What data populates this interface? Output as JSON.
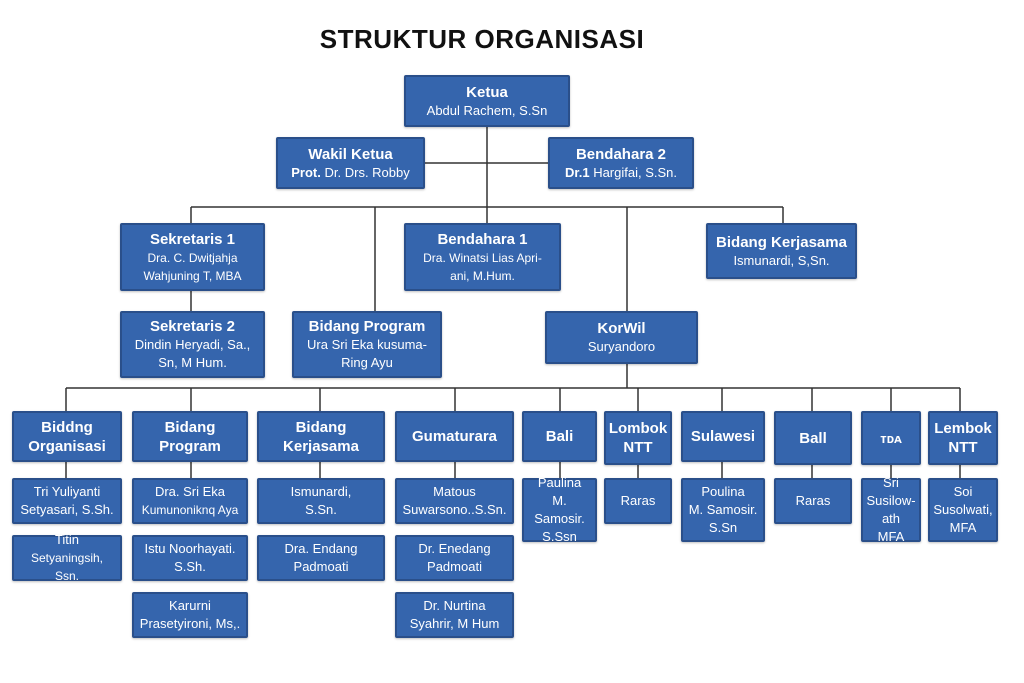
{
  "title": "STRUKTUR ORGANISASI",
  "colors": {
    "box": "#3565ad",
    "border": "#2a4f8a",
    "line": "#333333",
    "text": "#ffffff"
  },
  "nodes": {
    "ketua": {
      "title": "Ketua",
      "sub": "Abdul Rachem, S.Sn"
    },
    "wakil": {
      "title": "Wakil Ketua",
      "sub_bold": "Prot.",
      "sub": "Dr. Drs. Robby"
    },
    "bendahara2": {
      "title": "Bendahara 2",
      "sub_bold": "Dr.1",
      "sub": "Hargifai, S.Sn."
    },
    "sekretaris1": {
      "title": "Sekretaris 1",
      "sub": "Dra. C. Dwitjahja",
      "sub2": "Wahjuning T, MBA"
    },
    "bendahara1": {
      "title": "Bendahara 1",
      "sub": "Dra. Winatsi Lias Apri-",
      "sub2": "ani, M.Hum."
    },
    "bidang_kerjasama_top": {
      "title": "Bidang Kerjasama",
      "sub": "Ismunardi, S,Sn."
    },
    "sekretaris2": {
      "title": "Sekretaris 2",
      "sub": "Dindin Heryadi, Sa.,",
      "sub2": "Sn, M Hum."
    },
    "bidang_program_top": {
      "title": "Bidang Program",
      "sub": "Ura Sri Eka kusuma-",
      "sub2": "Ring Ayu"
    },
    "korwil": {
      "title": "KorWil",
      "sub": "Suryandoro"
    },
    "col_organisasi": {
      "title": "Biddng",
      "title2": "Organisasi",
      "members": [
        {
          "a": "Tri Yuliyanti",
          "b": "Setyasari, S.Sh."
        },
        {
          "a": "Titin",
          "b": "Setyaningsih, Ssn."
        }
      ]
    },
    "col_program": {
      "title": "Bidang",
      "title2": "Program",
      "members": [
        {
          "a": "Dra. Sri Eka",
          "b": "Kumunoniknq Aya"
        },
        {
          "a": "Istu Noorhayati.",
          "b": "S.Sh."
        },
        {
          "a": "Karurni",
          "b": "Prasetyironi, Ms,."
        }
      ]
    },
    "col_kerjasama": {
      "title": "Bidang",
      "title2": "Kerjasama",
      "members": [
        {
          "a": "Ismunardi,",
          "b": "S.Sn."
        },
        {
          "a": "Dra. Endang",
          "b": "Padmoati"
        }
      ]
    },
    "col_gumatur": {
      "title": "Gumaturara",
      "members": [
        {
          "a": "Matous",
          "b": "Suwarsono..S.Sn."
        },
        {
          "a": "Dr. Enedang",
          "b": "Padmoati"
        },
        {
          "a": "Dr. Nurtina",
          "b": "Syahrir, M Hum"
        }
      ]
    },
    "col_bali1": {
      "title": "Bali",
      "members": [
        {
          "a": "Paulina",
          "b": "M. Samosir.",
          "c": "S.Ssn"
        }
      ]
    },
    "col_lombok1": {
      "title": "Lombok",
      "title2": "NTT",
      "members": [
        {
          "a": "Raras"
        }
      ]
    },
    "col_sulawesi": {
      "title": "Sulawesi",
      "members": [
        {
          "a": "Poulina",
          "b": "M. Samosir.",
          "c": "S.Sn"
        }
      ]
    },
    "col_bali2": {
      "title": "Ball",
      "members": [
        {
          "a": "Raras"
        }
      ]
    },
    "col_tda": {
      "title": "ᴛᴅᴀ",
      "members": [
        {
          "a": "Sri",
          "b": "Susilow-",
          "c": "ath MFA"
        }
      ]
    },
    "col_lombok2": {
      "title": "Lembok",
      "title2": "NTT",
      "members": [
        {
          "a": "Soi",
          "b": "Susolwati,",
          "c": "MFA"
        }
      ]
    }
  }
}
